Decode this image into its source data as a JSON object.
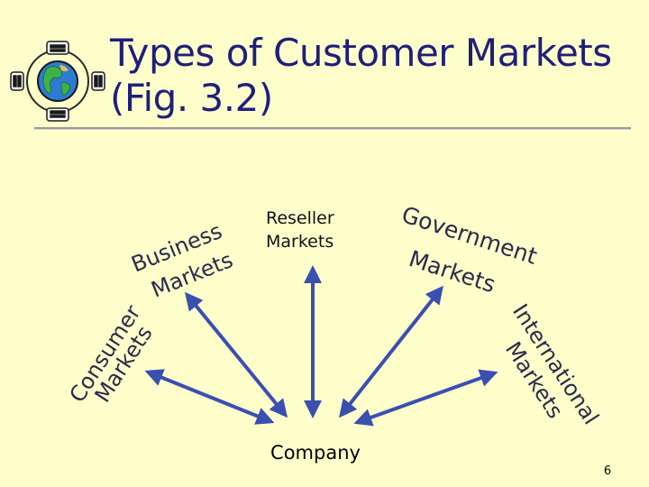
{
  "slide": {
    "title_line1": "Types of Customer Markets",
    "title_line2": "(Fig. 3.2)",
    "page_number": "6"
  },
  "diagram": {
    "center": "Company",
    "markets": {
      "consumer": {
        "line1": "Consumer",
        "line2": "Markets"
      },
      "business": {
        "line1": "Business",
        "line2": "Markets"
      },
      "reseller": {
        "line1": "Reseller",
        "line2": "Markets"
      },
      "government": {
        "line1": "Government",
        "line2": "Markets"
      },
      "international": {
        "line1": "International",
        "line2": "Markets"
      }
    }
  },
  "colors": {
    "background": "#FFFFCC",
    "title": "#1F1F7A",
    "arrow": "#3A4FB0",
    "rule": "#9A9A9A"
  },
  "icons": {
    "logo": "globe-icon"
  }
}
